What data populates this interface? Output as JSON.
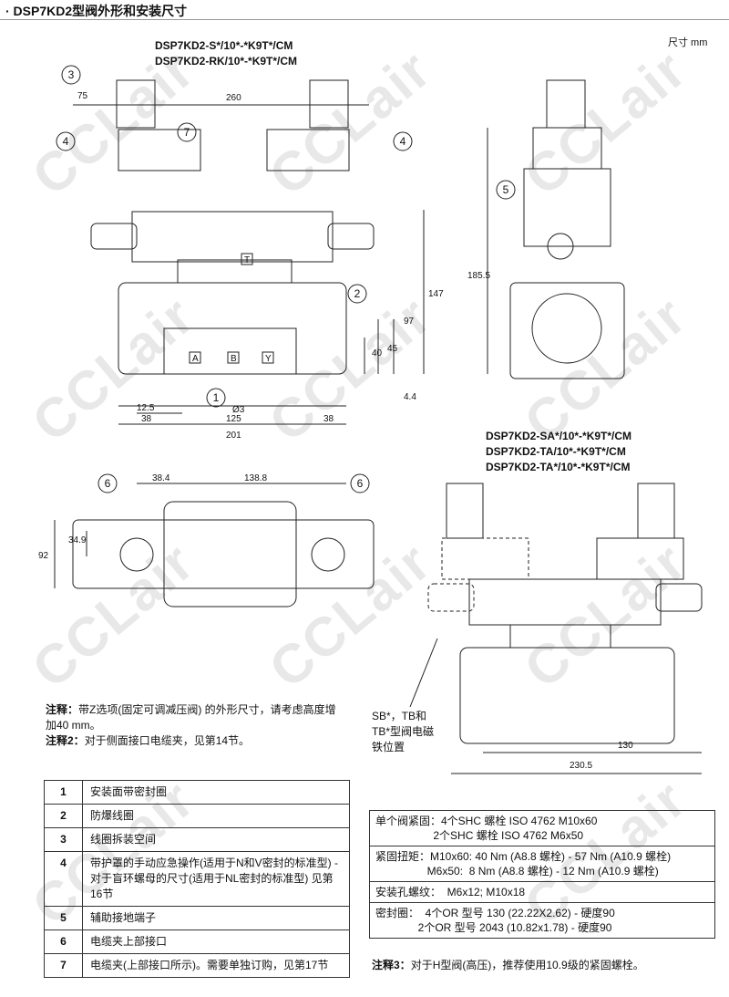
{
  "header": {
    "title": "· DSP7KD2型阀外形和安装尺寸"
  },
  "unit": "尺寸 mm",
  "watermark": "CCLair",
  "view1": {
    "models": [
      "DSP7KD2-S*/10*-*K9T*/CM",
      "DSP7KD2-RK/10*-*K9T*/CM"
    ],
    "dims": {
      "d75": "75",
      "d260": "260",
      "d147": "147",
      "d97": "97",
      "d40": "40",
      "d45": "45",
      "d44": "4.4",
      "d125b": "12.5",
      "dphi": "Ø3",
      "d38a": "38",
      "d125": "125",
      "d38b": "38",
      "d201": "201",
      "d185": "185.5"
    },
    "port_labels": [
      "A",
      "B",
      "Y",
      "T"
    ]
  },
  "view2": {
    "dims": {
      "d384": "38.4",
      "d1388": "138.8",
      "d349": "34.9",
      "d92": "92"
    }
  },
  "view3": {
    "models": [
      "DSP7KD2-SA*/10*-*K9T*/CM",
      "DSP7KD2-TA/10*-*K9T*/CM",
      "DSP7KD2-TA*/10*-*K9T*/CM"
    ],
    "dims": {
      "d130": "130",
      "d2305": "230.5"
    },
    "arrow_note": [
      "SB*，TB和",
      "TB*型阀电磁",
      "铁位置"
    ]
  },
  "callouts": [
    "1",
    "2",
    "3",
    "4",
    "5",
    "6",
    "7"
  ],
  "notes": {
    "n1_label": "注释：",
    "n1_text": "带Z选项(固定可调减压阀) 的外形尺寸，请考虑高度增加40 mm。",
    "n2_label": "注释2：",
    "n2_text": "对于侧面接口电缆夹，见第14节。",
    "n3_label": "注释3：",
    "n3_text": "对于H型阀(高压)，推荐使用10.9级的紧固螺栓。"
  },
  "legend": [
    {
      "num": "1",
      "text": "安装面带密封圈"
    },
    {
      "num": "2",
      "text": "防爆线圈"
    },
    {
      "num": "3",
      "text": "线圈拆装空间"
    },
    {
      "num": "4",
      "text": "带护罩的手动应急操作(适用于N和V密封的标准型) - 对于盲环螺母的尺寸(适用于NL密封的标准型) 见第16节"
    },
    {
      "num": "5",
      "text": "辅助接地端子"
    },
    {
      "num": "6",
      "text": "电缆夹上部接口"
    },
    {
      "num": "7",
      "text": "电缆夹(上部接口所示)。需要单独订购，见第17节"
    }
  ],
  "specs": [
    "单个阀紧固：4个SHC 螺栓 ISO 4762 M10x60\n                   2个SHC 螺栓 ISO 4762 M6x50",
    "紧固扭矩：M10x60: 40 Nm (A8.8 螺栓) - 57 Nm (A10.9 螺栓)\n                 M6x50:  8 Nm (A8.8 螺栓) - 12 Nm (A10.9 螺栓)",
    "安装孔螺纹：  M6x12; M10x18",
    "密封圈：  4个OR 型号 130 (22.22X2.62) - 硬度90\n              2个OR 型号 2043 (10.82x1.78) - 硬度90"
  ]
}
